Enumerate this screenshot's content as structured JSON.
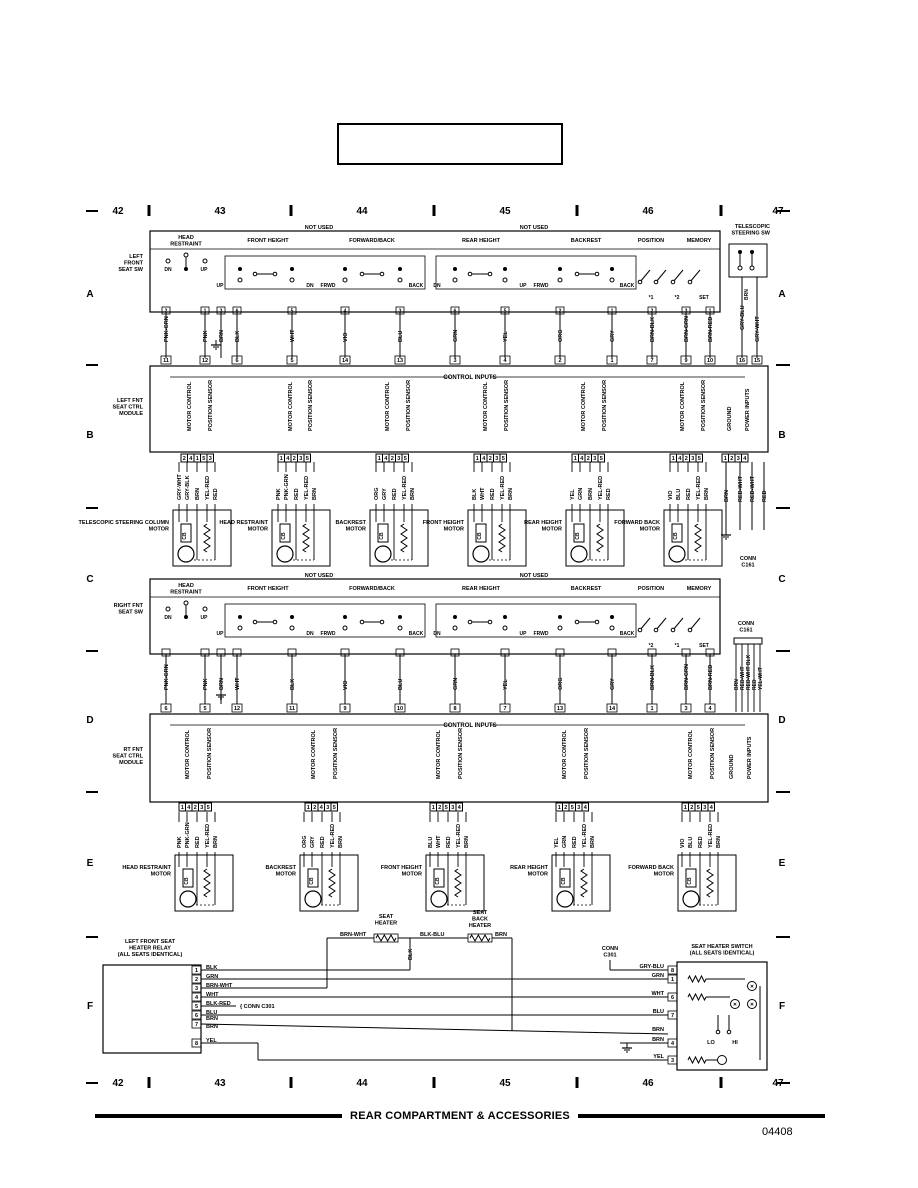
{
  "colors": {
    "ink": "#000000",
    "paper": "#ffffff"
  },
  "columns": [
    "42",
    "43",
    "44",
    "45",
    "46",
    "47"
  ],
  "rows": [
    "A",
    "B",
    "C",
    "D",
    "E",
    "F"
  ],
  "footer": "REAR COMPARTMENT & ACCESSORIES",
  "doc_number": "04408",
  "telescopic_sw": {
    "label": "TELESCOPIC STEERING SW",
    "wires": [
      "BRN",
      "GRY-BLU",
      "GRY-WHT"
    ],
    "pins": [
      "16",
      "15"
    ]
  },
  "left_seat_sw": {
    "label": "LEFT FRONT SEAT SW",
    "sections": [
      "HEAD RESTRAINT",
      "FRONT HEIGHT",
      "FORWARD/BACK",
      "REAR HEIGHT",
      "BACKREST",
      "POSITION",
      "MEMORY"
    ],
    "not_used": [
      "NOT USED",
      "NOT USED"
    ],
    "switch_labels": [
      "DN",
      "UP",
      "UP",
      "DN",
      "FRWD",
      "BACK",
      "DN",
      "UP",
      "FRWD",
      "BACK",
      "*1",
      "*2",
      "SET"
    ],
    "pins_top": [
      "2",
      "1",
      "3",
      "6",
      "5",
      "4",
      "3",
      "6",
      "5",
      "2",
      "1",
      "2",
      "3",
      "1"
    ],
    "wires": [
      "PNK-GRN",
      "PNK",
      "BRN",
      "BLK",
      "WHT",
      "VIO",
      "BLU",
      "GRN",
      "YEL",
      "ORG",
      "GRY",
      "BRN-BLK",
      "BRN-GRN",
      "BRN-RED"
    ],
    "pins_bottom": [
      "11",
      "12",
      "6",
      "5",
      "14",
      "13",
      "3",
      "4",
      "2",
      "1",
      "7",
      "9",
      "10"
    ]
  },
  "left_module": {
    "label": "LEFT FNT SEAT CTRL MODULE",
    "header": "CONTROL INPUTS",
    "functions": [
      "MOTOR CONTROL",
      "POSITION SENSOR",
      "MOTOR CONTROL",
      "POSITION SENSOR",
      "MOTOR CONTROL",
      "POSITION SENSOR",
      "MOTOR CONTROL",
      "POSITION SENSOR",
      "MOTOR CONTROL",
      "POSITION SENSOR",
      "MOTOR CONTROL",
      "POSITION SENSOR",
      "GROUND",
      "POWER INPUTS"
    ],
    "pin_groups": [
      [
        "2",
        "4",
        "1",
        "5",
        "3"
      ],
      [
        "1",
        "4",
        "2",
        "3",
        "5"
      ],
      [
        "1",
        "4",
        "2",
        "3",
        "5"
      ],
      [
        "1",
        "4",
        "2",
        "3",
        "5"
      ],
      [
        "1",
        "4",
        "2",
        "3",
        "5"
      ],
      [
        "1",
        "4",
        "2",
        "3",
        "5"
      ],
      [
        "1",
        "2",
        "3",
        "4"
      ]
    ]
  },
  "left_motors": [
    {
      "label": "TELESCOPIC STEERING COLUMN MOTOR",
      "wires": [
        "GRY-WHT",
        "GRY-BLK",
        "BRN",
        "YEL-RED",
        "RED"
      ]
    },
    {
      "label": "HEAD RESTRAINT MOTOR",
      "wires": [
        "PNK",
        "PNK-GRN",
        "RED",
        "YEL-RED",
        "BRN"
      ]
    },
    {
      "label": "BACKREST MOTOR",
      "wires": [
        "ORG",
        "GRY",
        "RED",
        "YEL-RED",
        "BRN"
      ]
    },
    {
      "label": "FRONT HEIGHT MOTOR",
      "wires": [
        "BLK",
        "WHT",
        "RED",
        "YEL-RED",
        "BRN"
      ]
    },
    {
      "label": "REAR HEIGHT MOTOR",
      "wires": [
        "YEL",
        "GRN",
        "BRN",
        "YEL-RED",
        "RED"
      ]
    },
    {
      "label": "FORWARD BACK MOTOR",
      "wires": [
        "VIO",
        "BLU",
        "RED",
        "YEL-RED",
        "BRN"
      ]
    }
  ],
  "left_power": {
    "wires": [
      "BRN",
      "RED-WHT",
      "RED-WHT",
      "RED"
    ],
    "conn": "CONN C161"
  },
  "right_seat_sw": {
    "label": "RIGHT FNT SEAT SW",
    "sections": [
      "HEAD RESTRAINT",
      "FRONT HEIGHT",
      "FORWARD/BACK",
      "REAR HEIGHT",
      "BACKREST",
      "POSITION",
      "MEMORY"
    ],
    "not_used": [
      "NOT USED",
      "NOT USED"
    ],
    "switch_labels": [
      "DN",
      "UP",
      "UP",
      "DN",
      "FRWD",
      "BACK",
      "DN",
      "UP",
      "FRWD",
      "BACK",
      "*2",
      "*1",
      "SET"
    ],
    "wires": [
      "PNK-GRN",
      "PNK",
      "BRN",
      "WHT",
      "BLK",
      "VIO",
      "BLU",
      "GRN",
      "YEL",
      "ORG",
      "GRY",
      "BRN-BLK",
      "BRN-GRN",
      "BRN-RED"
    ],
    "pins_bottom": [
      "6",
      "5",
      "12",
      "11",
      "9",
      "10",
      "8",
      "7",
      "13",
      "14",
      "1",
      "3",
      "4"
    ],
    "conn": "CONN C161",
    "conn_wires": [
      "BRN",
      "RED-WHT",
      "RED-WHT BLK",
      "RED",
      "YEL-WHT"
    ]
  },
  "right_module": {
    "label": "RT FNT SEAT CTRL MODULE",
    "header": "CONTROL INPUTS",
    "functions": [
      "MOTOR CONTROL",
      "POSITION SENSOR",
      "MOTOR CONTROL",
      "POSITION SENSOR",
      "MOTOR CONTROL",
      "POSITION SENSOR",
      "MOTOR CONTROL",
      "POSITION SENSOR",
      "MOTOR CONTROL",
      "POSITION SENSOR",
      "GROUND",
      "POWER INPUTS"
    ],
    "pin_groups": [
      [
        "1",
        "4",
        "2",
        "3",
        "5"
      ],
      [
        "1",
        "2",
        "4",
        "3",
        "5"
      ],
      [
        "1",
        "2",
        "5",
        "3",
        "4"
      ],
      [
        "1",
        "2",
        "5",
        "3",
        "4"
      ],
      [
        "1",
        "2",
        "5",
        "3",
        "4"
      ]
    ]
  },
  "right_motors": [
    {
      "label": "HEAD RESTRAINT MOTOR",
      "wires": [
        "PNK",
        "PNK-GRN",
        "RED",
        "YEL-RED",
        "BRN"
      ]
    },
    {
      "label": "BACKREST MOTOR",
      "wires": [
        "ORG",
        "GRY",
        "RED",
        "YEL-RED",
        "BRN"
      ]
    },
    {
      "label": "FRONT HEIGHT MOTOR",
      "wires": [
        "BLU",
        "WHT",
        "RED",
        "YEL-RED",
        "BRN"
      ]
    },
    {
      "label": "REAR HEIGHT MOTOR",
      "wires": [
        "YEL",
        "GRN",
        "RED",
        "YEL-RED",
        "BRN"
      ]
    },
    {
      "label": "FORWARD BACK MOTOR",
      "wires": [
        "VIO",
        "BLU",
        "RED",
        "YEL-RED",
        "BRN"
      ]
    }
  ],
  "heater": {
    "relay_label": "LEFT FRONT SEAT HEATER RELAY (ALL SEATS IDENTICAL)",
    "relay_pins": [
      "1",
      "2",
      "3",
      "4",
      "5",
      "6",
      "7",
      "8"
    ],
    "relay_wires": [
      "BLK",
      "GRN",
      "BRN-WHT",
      "WHT",
      "BLK-RED",
      "BLU",
      "BRN",
      "BRN",
      "YEL"
    ],
    "conn_c301": "CONN C301",
    "seat_heater": "SEAT HEATER",
    "seat_back_heater": "SEAT BACK HEATER",
    "heater_wires": [
      "BRN-WHT",
      "BLK-BLU",
      "BRN",
      "BLK"
    ],
    "switch_label": "SEAT HEATER SWITCH (ALL SEATS IDENTICAL)",
    "switch_pins": [
      "8",
      "1",
      "6",
      "7",
      "4",
      "3"
    ],
    "switch_wires": [
      "GRY-BLU",
      "GRN",
      "WHT",
      "BLU",
      "BRN",
      "BRN",
      "YEL"
    ],
    "switch_pos": [
      "LO",
      "HI"
    ]
  }
}
